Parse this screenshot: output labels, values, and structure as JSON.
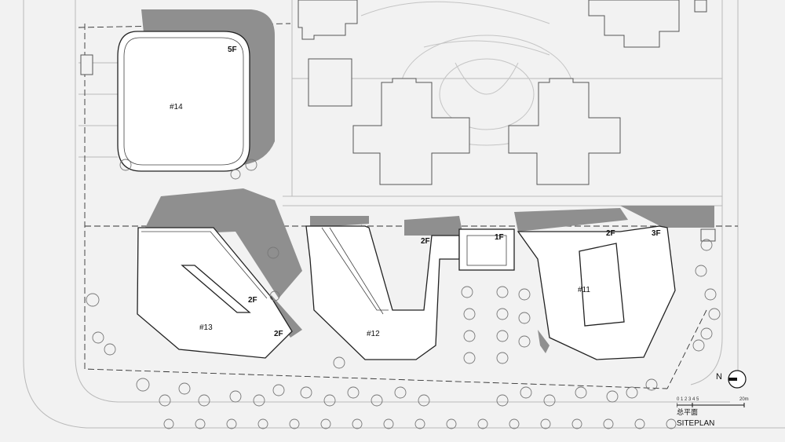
{
  "buildings": [
    {
      "id": "b14",
      "label": "#14",
      "floors": "5F"
    },
    {
      "id": "b13",
      "label": "#13",
      "floors": [
        "2F",
        "2F"
      ]
    },
    {
      "id": "b12",
      "label": "#12",
      "floors": "2F"
    },
    {
      "id": "link",
      "floors": "1F"
    },
    {
      "id": "b11",
      "label": "#11",
      "floors": [
        "2F",
        "3F"
      ]
    }
  ],
  "north": {
    "letter": "N"
  },
  "scale": {
    "ticks": "0 1 2 3 4 5",
    "end": "20m"
  },
  "title": {
    "cn": "总平面",
    "en": "SITEPLAN"
  },
  "colors": {
    "background": "#f2f2f2",
    "shadow": "#8f8f8f",
    "building": "#ffffff",
    "line": "#222222",
    "context": "#b5b5b5"
  }
}
